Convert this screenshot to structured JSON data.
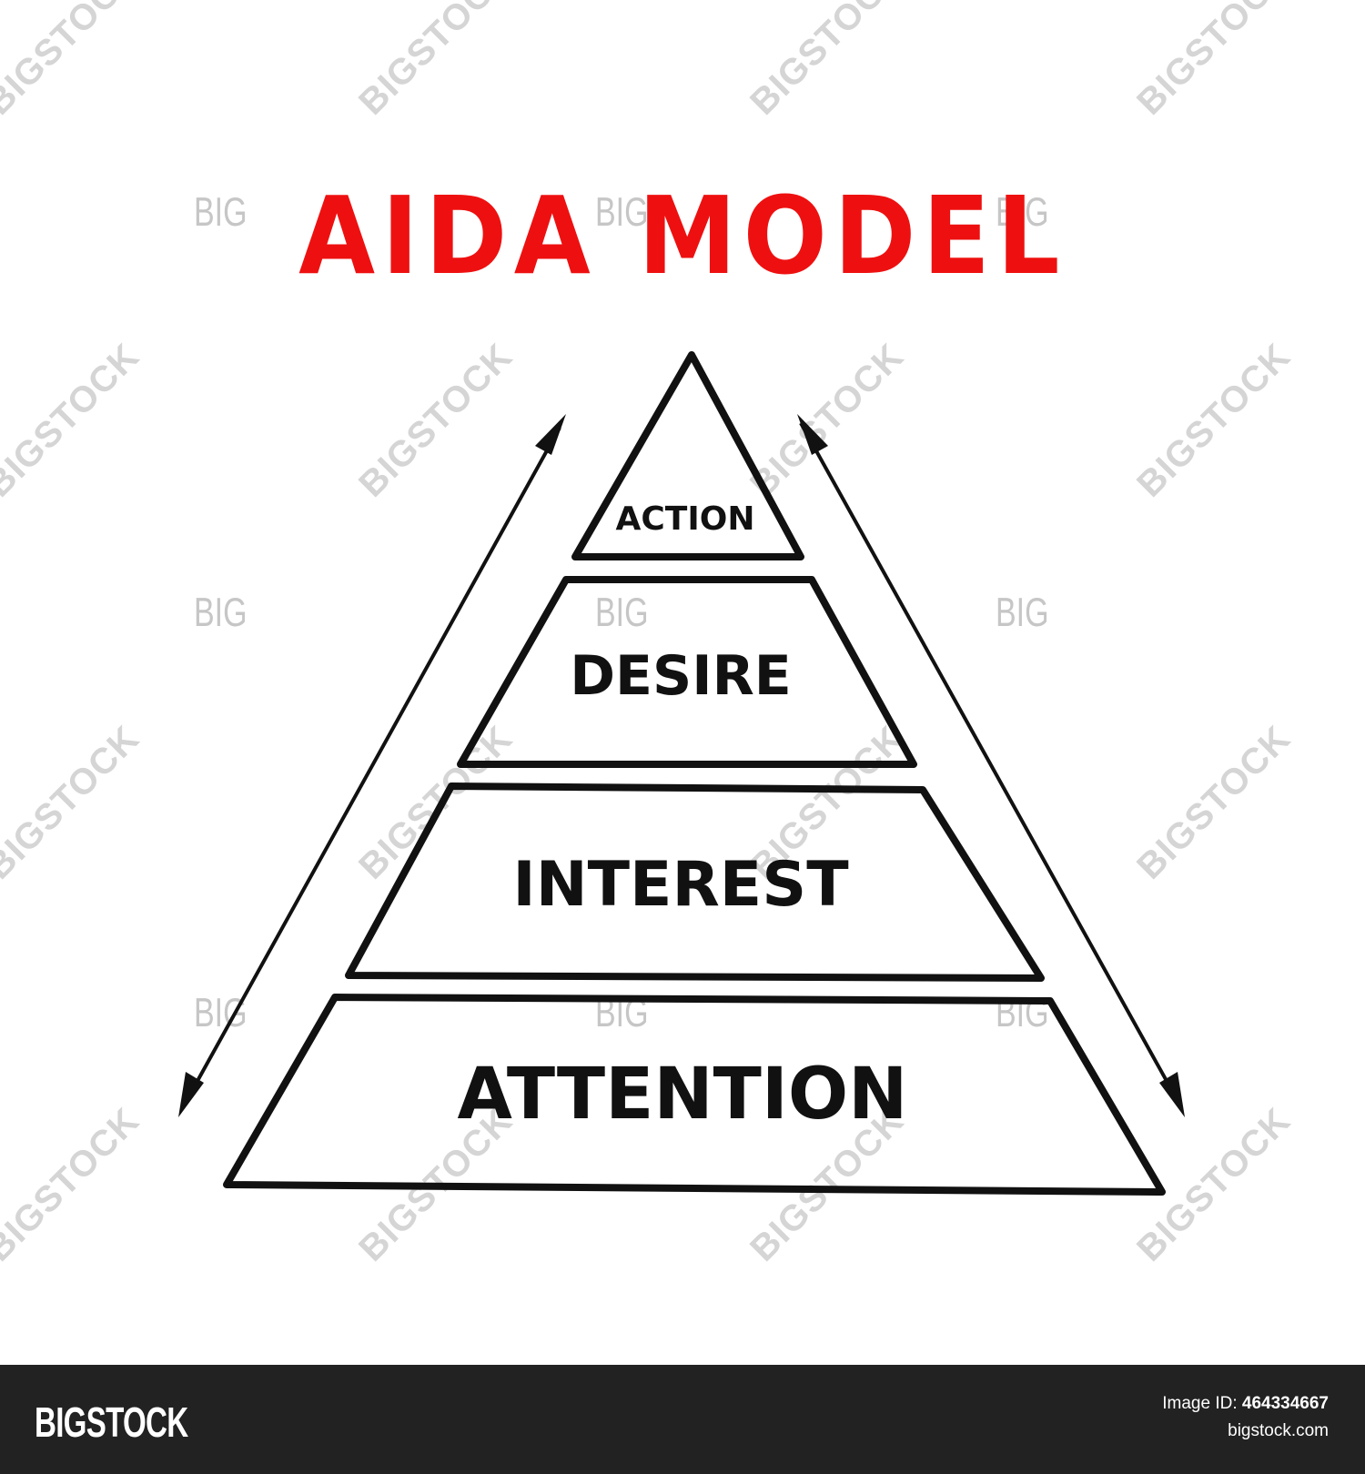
{
  "title": "AIDA MODEL",
  "title_color": "#ee1010",
  "pyramid": {
    "levels": [
      {
        "label": "ACTION",
        "order": 1
      },
      {
        "label": "DESIRE",
        "order": 2
      },
      {
        "label": "INTEREST",
        "order": 3
      },
      {
        "label": "ATTENTION",
        "order": 4
      }
    ],
    "arrows": [
      "left-double-arrow",
      "right-double-arrow"
    ]
  },
  "watermark": {
    "diagonal_text": "BIGSTOCK",
    "small_text": "BIG"
  },
  "footer": {
    "brand": "BIGSTOCK",
    "image_id_label": "Image ID:",
    "image_id_value": "464334667",
    "site": "bigstock.com"
  }
}
